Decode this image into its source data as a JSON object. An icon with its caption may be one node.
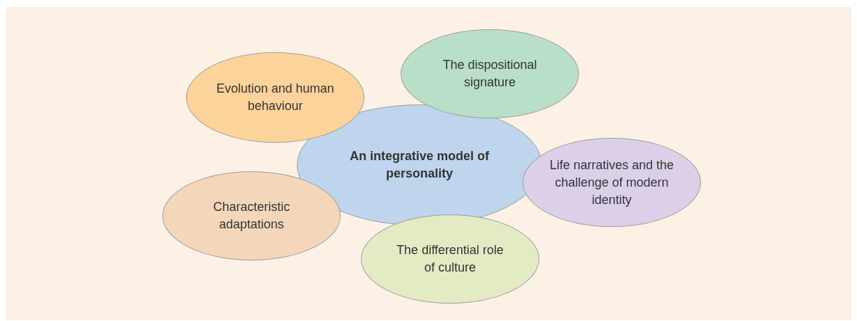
{
  "diagram": {
    "nodes": [
      {
        "text": [
          "The dispositional signature"
        ]
      },
      {
        "text": [
          "Evolution and human behaviour"
        ]
      },
      {
        "text": [
          "An integrative model of personality"
        ]
      },
      {
        "text": [
          "Life narratives and the challenge of modern identity"
        ]
      },
      {
        "text": [
          "Characteristic adaptations"
        ]
      },
      {
        "text": [
          "The differential role of culture"
        ]
      }
    ]
  }
}
